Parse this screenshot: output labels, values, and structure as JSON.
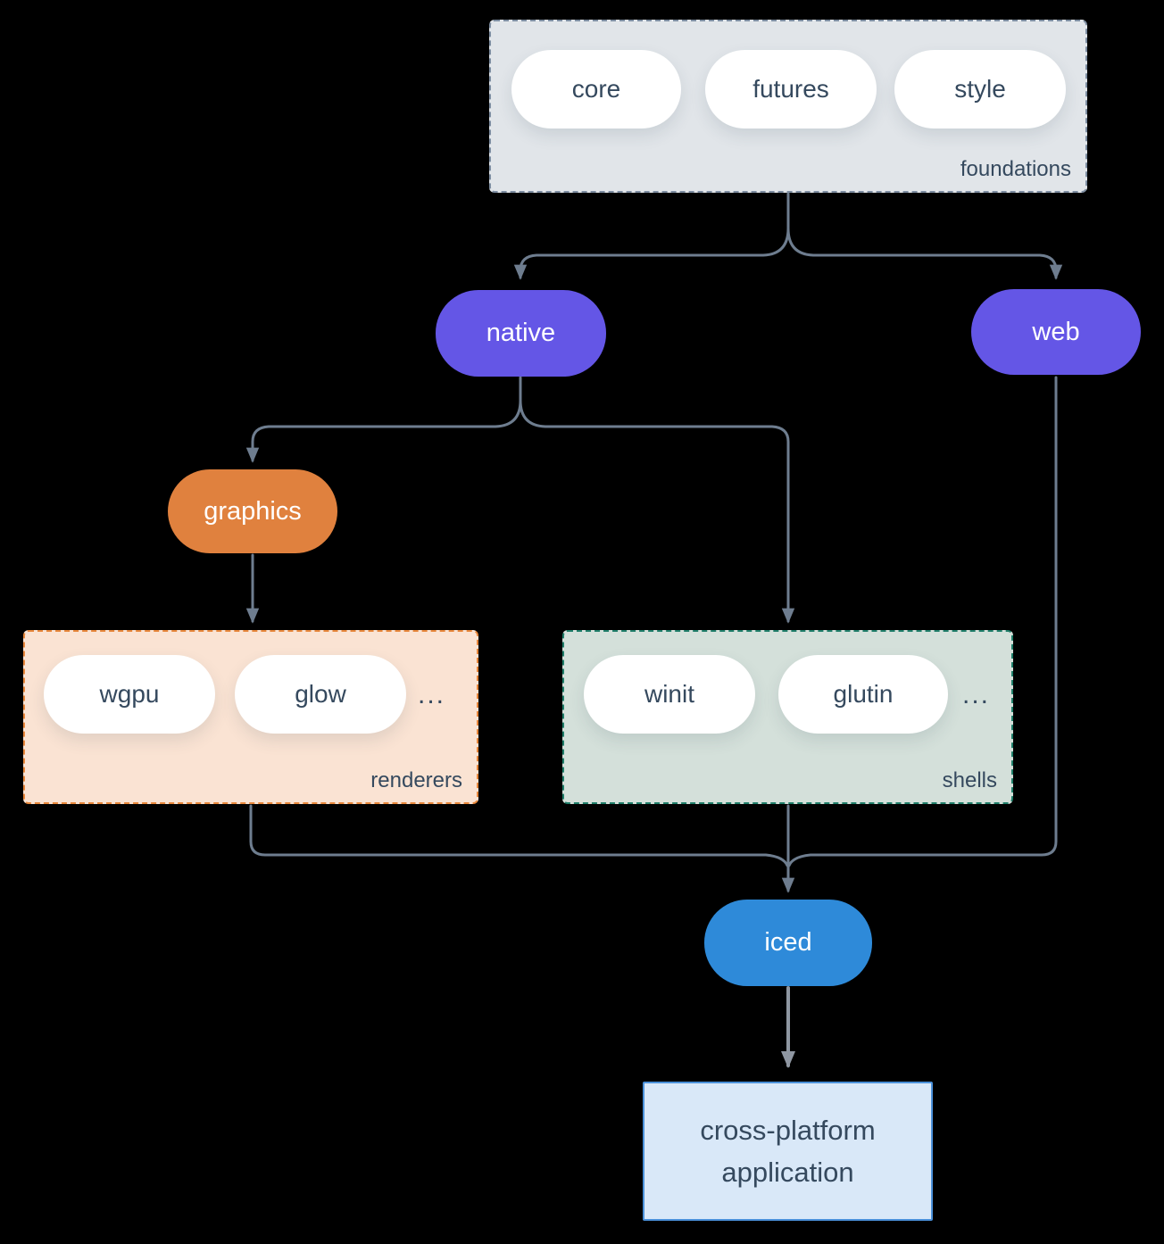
{
  "groups": {
    "foundations": {
      "label": "foundations",
      "fill": "#e1e5e9",
      "border": "#7d8da1",
      "items": [
        "core",
        "futures",
        "style"
      ]
    },
    "renderers": {
      "label": "renderers",
      "fill": "#fae3d3",
      "border": "#e8873b",
      "items": [
        "wgpu",
        "glow"
      ],
      "ellipsis": "..."
    },
    "shells": {
      "label": "shells",
      "fill": "#d4e0da",
      "border": "#1f7e69",
      "items": [
        "winit",
        "glutin"
      ],
      "ellipsis": "..."
    }
  },
  "nodes": {
    "native": {
      "label": "native",
      "fill": "#6456e6"
    },
    "web": {
      "label": "web",
      "fill": "#6456e6"
    },
    "graphics": {
      "label": "graphics",
      "fill": "#e0813e"
    },
    "iced": {
      "label": "iced",
      "fill": "#2e8ad9"
    },
    "application": {
      "label_lines": [
        "cross-platform",
        "application"
      ],
      "fill": "#d9e8f8",
      "border": "#4a90d9"
    }
  },
  "connectors": {
    "color": "#6e7d8f",
    "final_arrow_color": "#8f97a2",
    "edges": [
      "foundations->native",
      "foundations->web",
      "native->graphics",
      "native->shells",
      "graphics->renderers",
      "renderers->iced",
      "shells->iced",
      "web->iced",
      "iced->application"
    ]
  },
  "background": "#000000"
}
